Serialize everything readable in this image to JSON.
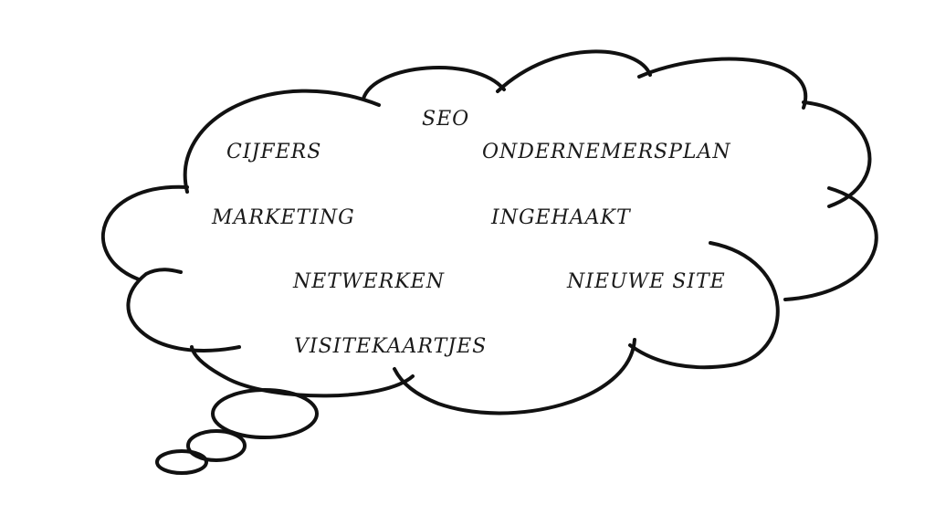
{
  "diagram": {
    "words": [
      "SEO",
      "CIJFERS",
      "ONDERNEMERSPLAN",
      "MARKETING",
      "INGEHAAKT",
      "NETWERKEN",
      "NIEUWE SITE",
      "VISITEKAARTJES"
    ]
  }
}
